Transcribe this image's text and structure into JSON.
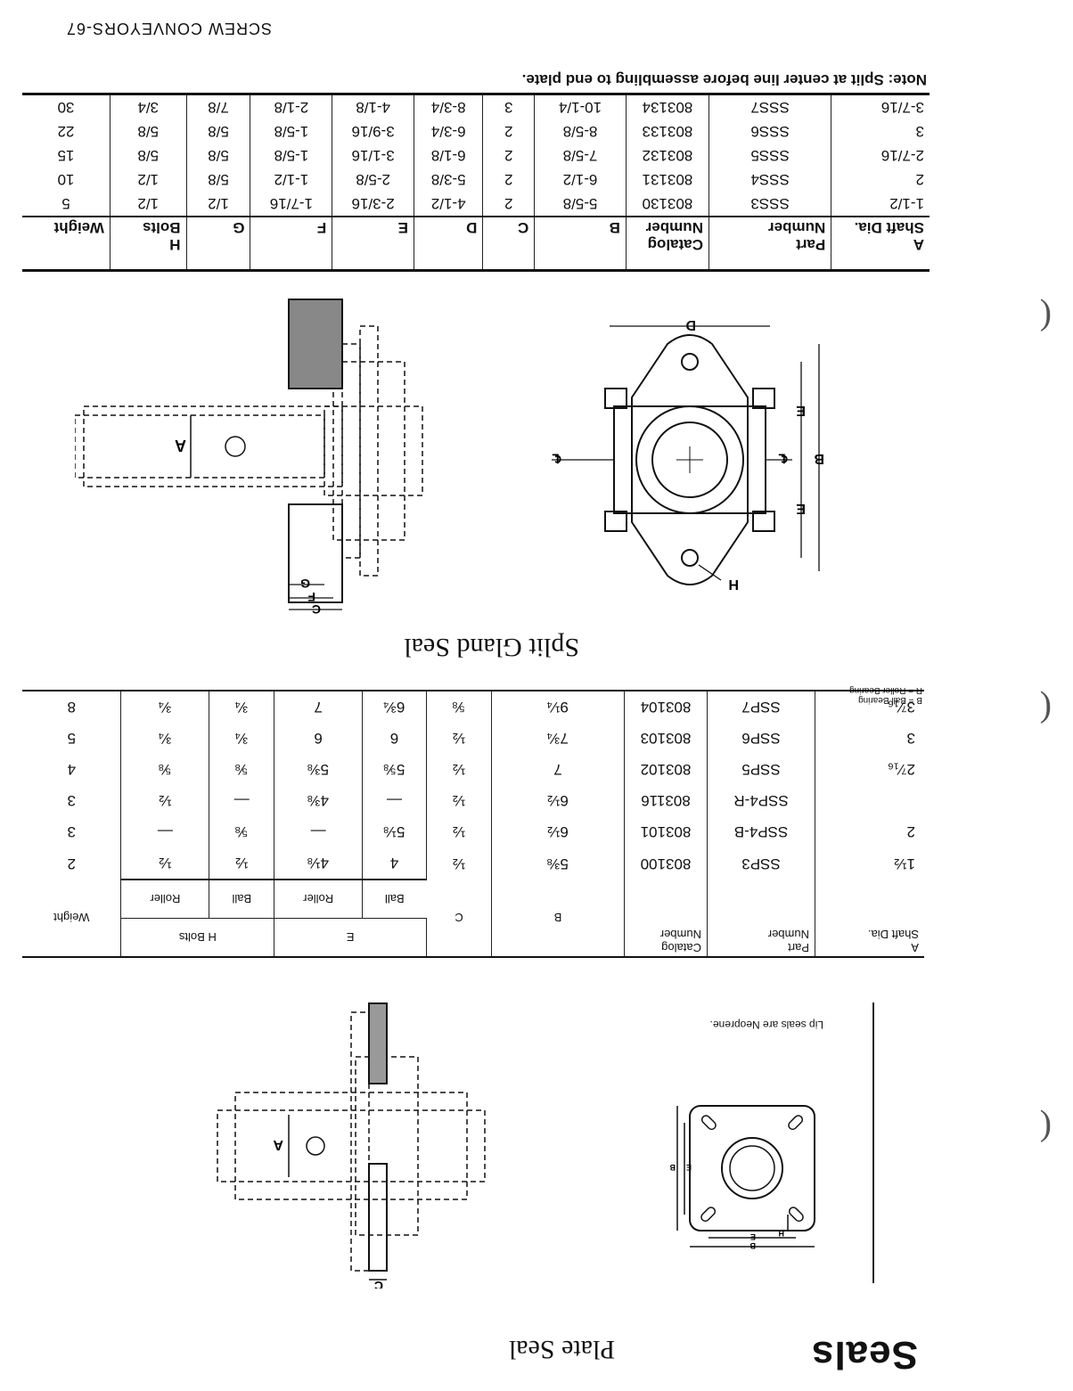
{
  "header": {
    "title": "Seals",
    "footer": "SCREW CONVEYORS-67"
  },
  "plate_seal": {
    "title": "Plate Seal",
    "note": "Lip seals are Neoprene.",
    "legend": [
      "B = Ball Bearing",
      "R = Roller Bearing"
    ],
    "labels": {
      "A": "A",
      "B": "B",
      "C": "C",
      "E": "E",
      "H": "H"
    },
    "table": {
      "headers": {
        "a": [
          "A",
          "Shaft Dia."
        ],
        "part": [
          "Part",
          "Number"
        ],
        "catalog": [
          "Catalog",
          "Number"
        ],
        "b": "B",
        "c": "C",
        "e": "E",
        "h": "H Bolts",
        "ball": "Ball",
        "roller": "Roller",
        "weight": "Weight"
      },
      "rows": [
        [
          "1½",
          "SSP3",
          "803100",
          "5⅜",
          "½",
          "4",
          "4⅛",
          "½",
          "½",
          "2"
        ],
        [
          "2",
          "SSP4-B",
          "803101",
          "6½",
          "½",
          "5⅛",
          "—",
          "⅝",
          "—",
          "3"
        ],
        [
          "",
          "SSP4-R",
          "803116",
          "6½",
          "½",
          "—",
          "4⅜",
          "—",
          "½",
          "3"
        ],
        [
          "2⁷⁄₁₆",
          "SSP5",
          "803102",
          "7",
          "½",
          "5⅝",
          "5⅜",
          "⅝",
          "⅝",
          "4"
        ],
        [
          "3",
          "SSP6",
          "803103",
          "7¾",
          "½",
          "6",
          "6",
          "¾",
          "¾",
          "5"
        ],
        [
          "3⁷⁄₁₆",
          "SSP7",
          "803104",
          "9¼",
          "⅝",
          "6¾",
          "7",
          "¾",
          "¾",
          "8"
        ]
      ]
    }
  },
  "split_gland": {
    "title": "Split Gland Seal",
    "note": "Note: Split at center line before assembling to end plate.",
    "labels": {
      "A": "A",
      "B": "B",
      "C": "C",
      "D": "D",
      "E": "E",
      "F": "F",
      "G": "G",
      "H": "H",
      "CL": "℄"
    },
    "table": {
      "headers": [
        [
          "A",
          "Shaft Dia."
        ],
        [
          "Part",
          "Number"
        ],
        [
          "Catalog",
          "Number"
        ],
        [
          "",
          "B"
        ],
        [
          "",
          "C"
        ],
        [
          "",
          "D"
        ],
        [
          "",
          "E"
        ],
        [
          "",
          "F"
        ],
        [
          "",
          "G"
        ],
        [
          "H",
          "Bolts"
        ],
        [
          "",
          "Weight"
        ]
      ],
      "rows": [
        [
          "1-1/2",
          "SSS3",
          "803130",
          "5-5/8",
          "2",
          "4-1/2",
          "2-3/16",
          "1-7/16",
          "1/2",
          "1/2",
          "5"
        ],
        [
          "2",
          "SSS4",
          "803131",
          "6-1/2",
          "2",
          "5-3/8",
          "2-5/8",
          "1-1/2",
          "5/8",
          "1/2",
          "10"
        ],
        [
          "2-7/16",
          "SSS5",
          "803132",
          "7-5/8",
          "2",
          "6-1/8",
          "3-1/16",
          "1-5/8",
          "5/8",
          "5/8",
          "15"
        ],
        [
          "3",
          "SSS6",
          "803133",
          "8-5/8",
          "2",
          "6-3/4",
          "3-9/16",
          "1-5/8",
          "5/8",
          "5/8",
          "22"
        ],
        [
          "3-7/16",
          "SSS7",
          "803134",
          "10-1/4",
          "3",
          "8-3/4",
          "4-1/8",
          "2-1/8",
          "7/8",
          "3/4",
          "30"
        ]
      ]
    }
  }
}
